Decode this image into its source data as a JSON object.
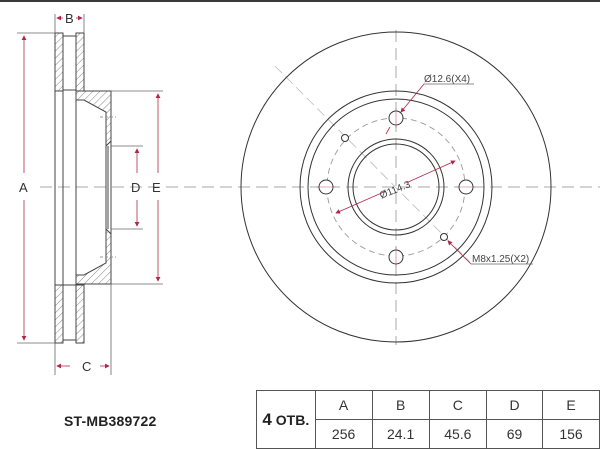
{
  "part": {
    "number": "ST-MB389722"
  },
  "drawing": {
    "side_view_labels": {
      "A": "A",
      "B": "B",
      "C": "C",
      "D": "D",
      "E": "E"
    },
    "front_view_notes": {
      "bolt_hole": "Ø12.6(X4)",
      "pcd": "Ø114.3",
      "thread_hole": "M8x1.25(X2)"
    },
    "colors": {
      "line": "#333333",
      "dimension": "#b0294a",
      "centerline": "#999999",
      "hatch": "#777777"
    }
  },
  "spec_table": {
    "holes_count": "4",
    "holes_label": "ОТВ.",
    "headers": [
      "A",
      "B",
      "C",
      "D",
      "E"
    ],
    "values": [
      "256",
      "24.1",
      "45.6",
      "69",
      "156"
    ]
  }
}
